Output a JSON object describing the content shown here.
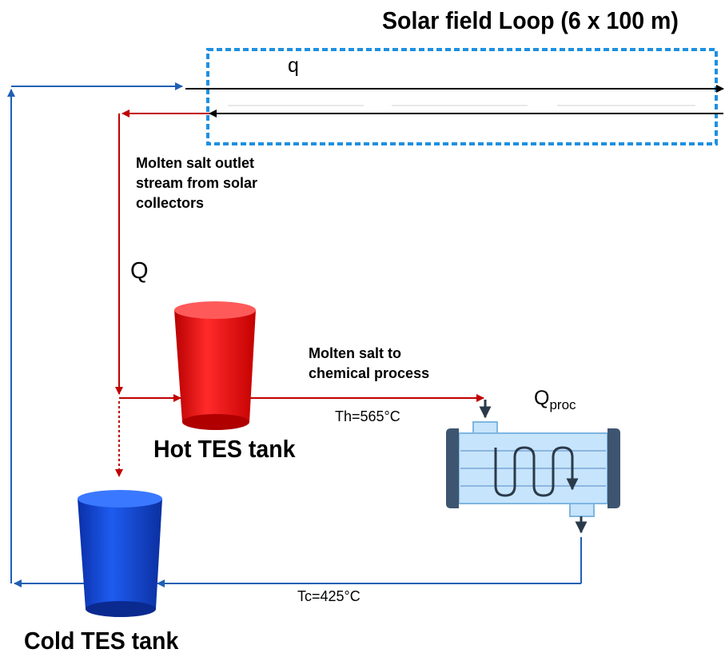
{
  "diagram": {
    "title": "Solar field Loop (6 x 100 m)",
    "q_label": "q",
    "outlet_note": "Molten salt outlet stream from solar collectors",
    "Q_label": "Q",
    "process_note": "Molten salt to chemical process",
    "th_label": "Th=565°C",
    "tc_label": "Tc=425°C",
    "hot_tank_label": "Hot TES tank",
    "cold_tank_label": "Cold TES tank",
    "qproc_base": "Q",
    "qproc_sub": "proc"
  },
  "colors": {
    "hot_line": "#c00000",
    "cold_line": "#1f5fb4",
    "collector_border": "#1e90e0",
    "hot_tank": "#e11010",
    "cold_tank": "#1040d0",
    "exchanger_body": "#c6e4fb",
    "exchanger_cap": "#3d5570"
  }
}
